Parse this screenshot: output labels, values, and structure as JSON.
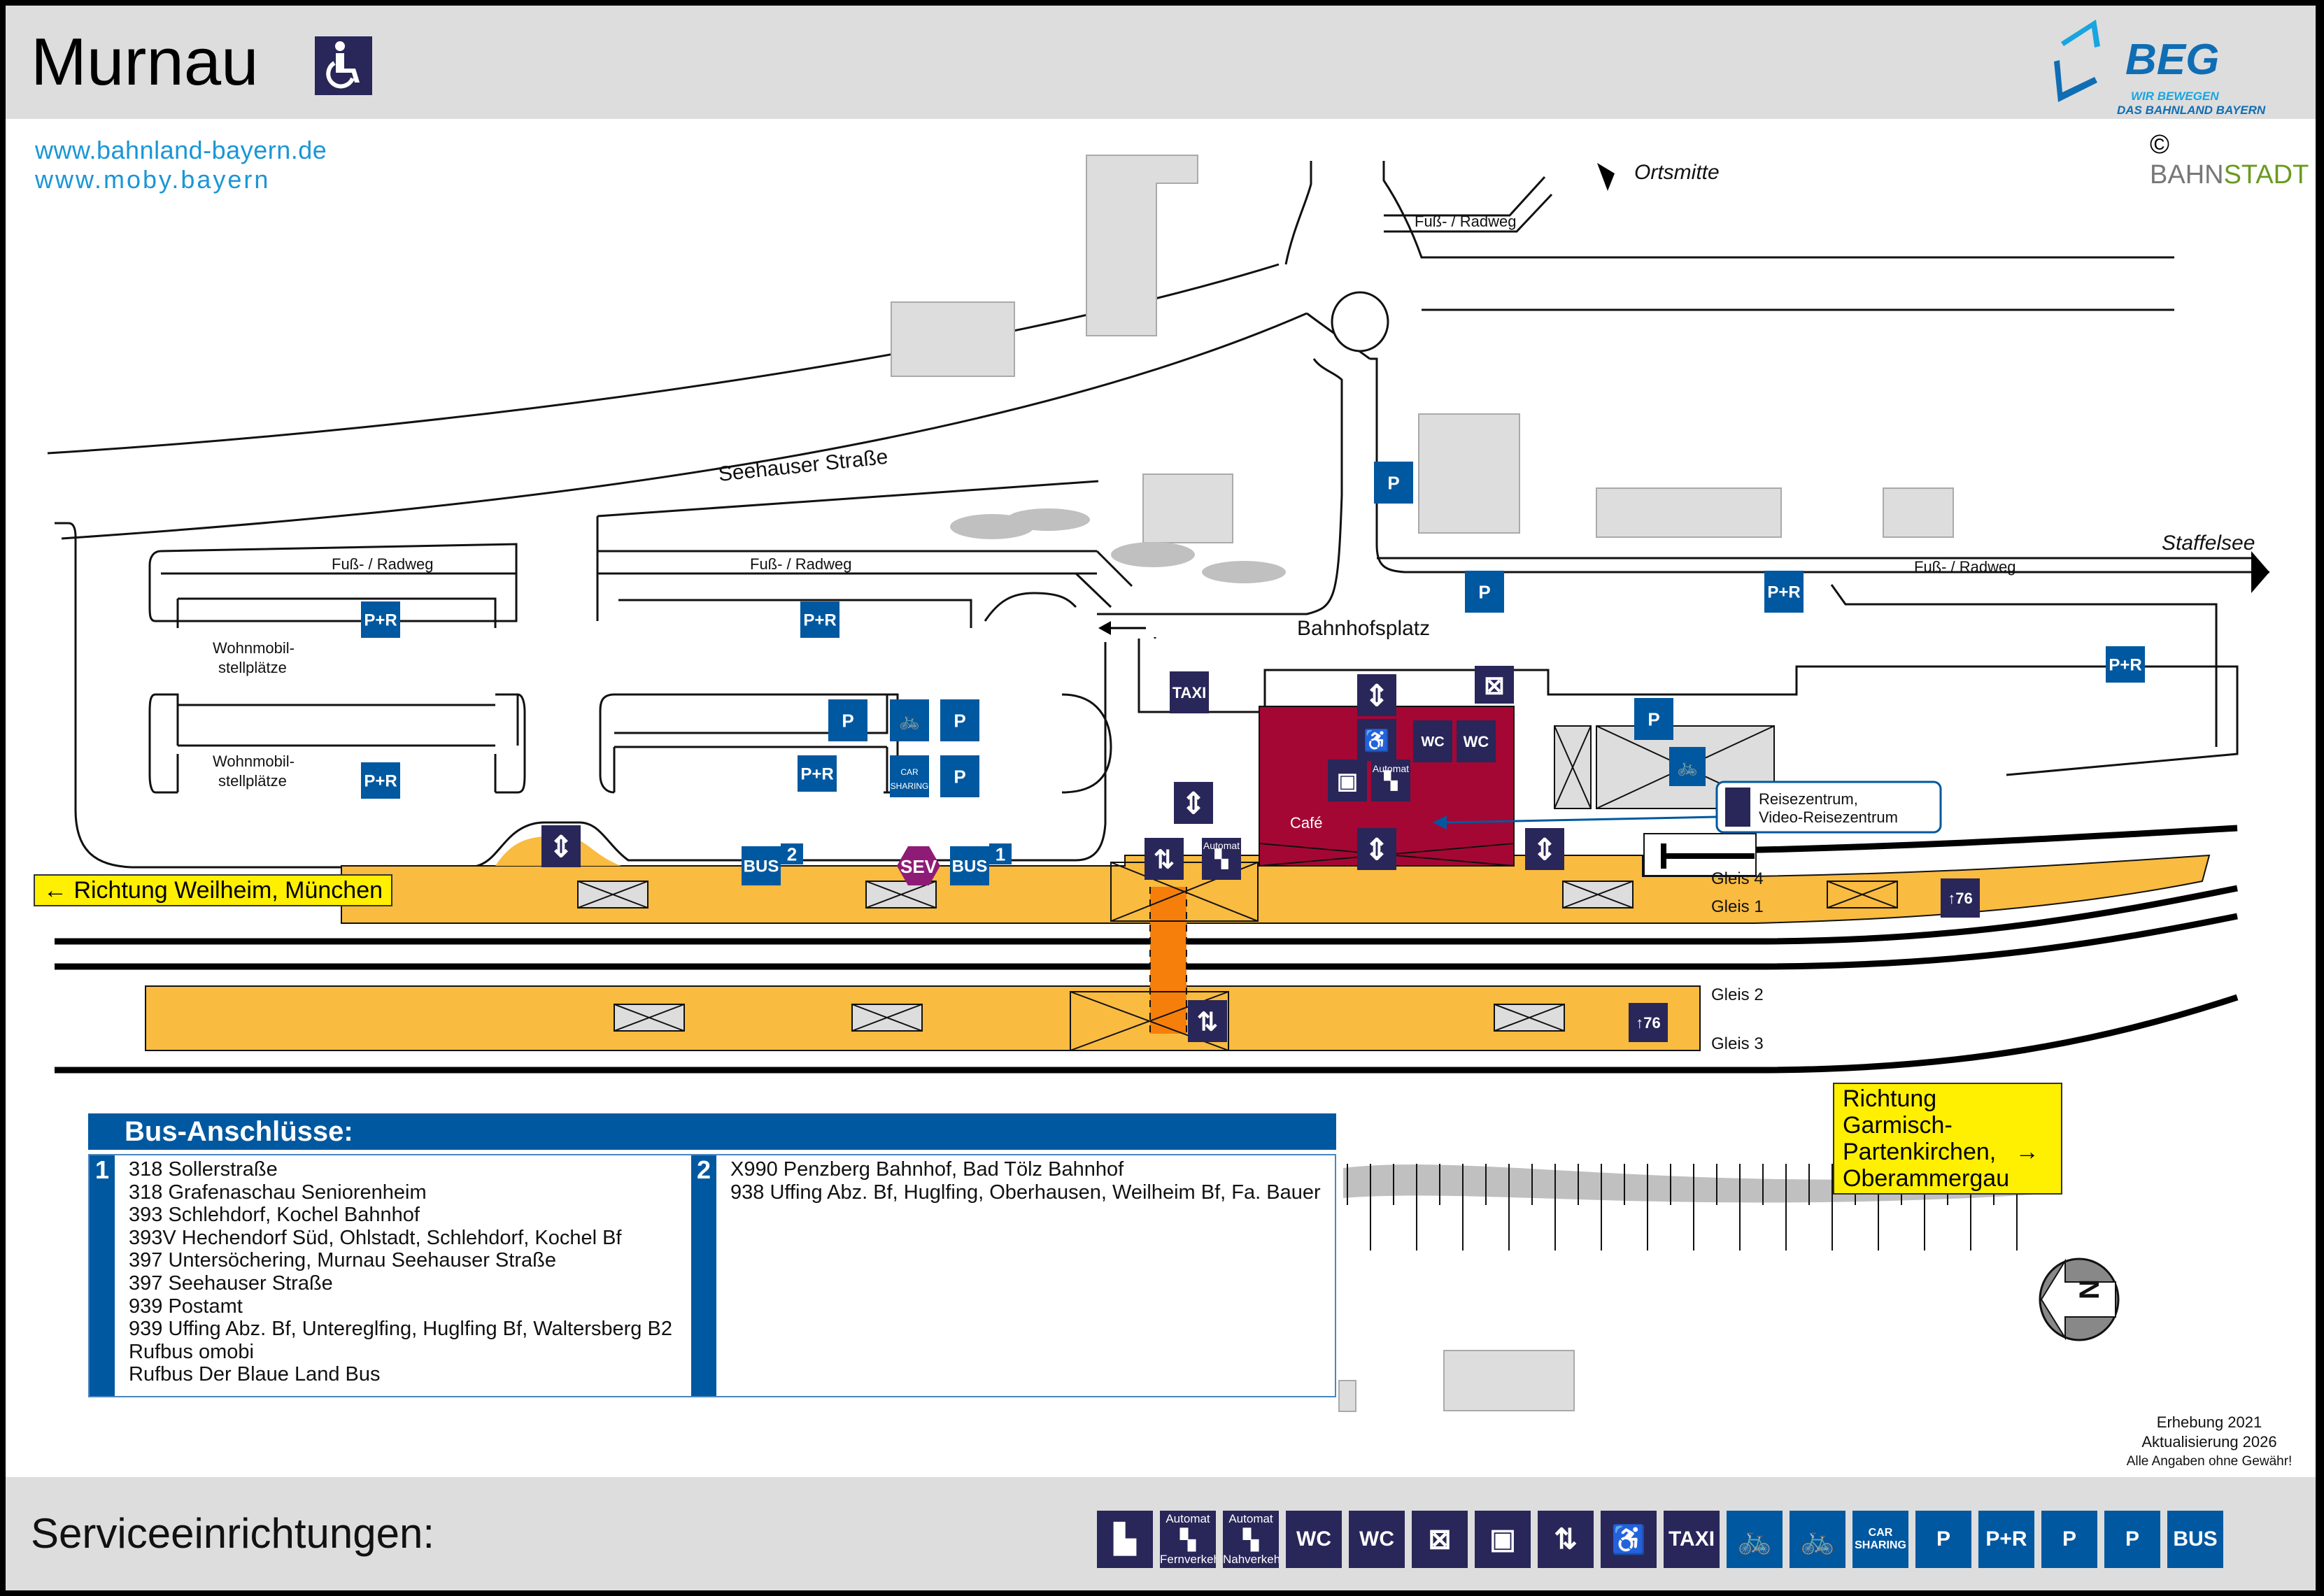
{
  "header": {
    "title": "Murnau",
    "accessible_icon": "wheelchair-icon",
    "links": [
      "www.bahnland-bayern.de",
      "www.moby.bayern"
    ],
    "logo": {
      "name": "BEG",
      "tagline_1": "WIR BEWEGEN",
      "tagline_2": "DAS BAHNLAND BAYERN"
    },
    "copyright": {
      "symbol": "©",
      "part1": "BAHN",
      "part2": "STADT"
    }
  },
  "colors": {
    "header_bg": "#dddddd",
    "icon_dark": "#292659",
    "icon_blue": "#0058a0",
    "platform": "#f9bb40",
    "station_building": "#a50734",
    "underpass": "#f57f0a",
    "building_gray": "#dddddd",
    "direction_sign": "#ffef00",
    "sev": "#8e1c76",
    "link_blue": "#1a96d6"
  },
  "map": {
    "streets": {
      "seehauser": "Seehauser Straße",
      "bahnhofsplatz": "Bahnhofsplatz",
      "fussradweg": "Fuß- / Radweg"
    },
    "destinations": {
      "ortsmitte": "Ortsmitte",
      "staffelsee": "Staffelsee"
    },
    "wohnmobil": [
      "Wohnmobil-",
      "stellplätze"
    ],
    "cafe": "Café",
    "automat": "Automat",
    "reisezentrum": {
      "line1": "Reisezentrum,",
      "line2": "Video-Reisezentrum"
    },
    "tracks": {
      "gleis1": "Gleis 1",
      "gleis2": "Gleis 2",
      "gleis3": "Gleis 3",
      "gleis4": "Gleis 4"
    },
    "platform_height": "76",
    "bus_stops": [
      {
        "label": "BUS",
        "number": "2"
      },
      {
        "label": "BUS",
        "number": "1"
      }
    ],
    "sev": "SEV",
    "icons": {
      "taxi": "TAXI",
      "pr": "P+R",
      "p": "P",
      "wc": "WC",
      "car": "CAR",
      "sharing": "SHARING"
    }
  },
  "directions": {
    "west": {
      "arrow": "←",
      "text": "Richtung Weilheim, München"
    },
    "east": {
      "line1": "Richtung Garmisch-Partenkirchen,",
      "line2": "Oberammergau",
      "arrow": "→"
    }
  },
  "bus_connections": {
    "title": "Bus-Anschlüsse:",
    "stops": [
      {
        "number": "1",
        "lines": [
          "318 Sollerstraße",
          "318 Grafenaschau Seniorenheim",
          "393 Schlehdorf, Kochel Bahnhof",
          "393V Hechendorf Süd, Ohlstadt, Schlehdorf, Kochel Bf",
          "397 Untersöchering, Murnau Seehauser Straße",
          "397 Seehauser Straße",
          "939 Postamt",
          "939 Uffing Abz. Bf, Untereglfing, Huglfing Bf, Waltersberg B2",
          "Rufbus omobi",
          "Rufbus Der Blaue Land Bus"
        ]
      },
      {
        "number": "2",
        "lines": [
          "X990 Penzberg Bahnhof, Bad Tölz Bahnhof",
          "938 Uffing Abz. Bf, Huglfing, Oberhausen, Weilheim Bf, Fa. Bauer"
        ]
      }
    ]
  },
  "survey": {
    "line1": "Erhebung 2021",
    "line2": "Aktualisierung 2026",
    "line3": "Alle Angaben ohne Gewähr!",
    "compass": "N"
  },
  "footer": {
    "title": "Serviceeinrichtungen:",
    "legend": [
      {
        "icon": "ticket-office-icon",
        "style": "dark",
        "label": ""
      },
      {
        "icon": "ticket-machine-long-distance-icon",
        "style": "dark",
        "top": "Automat",
        "bottom": "Fernverkehr"
      },
      {
        "icon": "ticket-machine-local-icon",
        "style": "dark",
        "top": "Automat",
        "bottom": "Nahverkehr"
      },
      {
        "icon": "accessible-wc-icon",
        "style": "dark",
        "label": "WC"
      },
      {
        "icon": "wc-icon",
        "style": "dark",
        "label": "WC"
      },
      {
        "icon": "mailbox-icon",
        "style": "dark",
        "label": ""
      },
      {
        "icon": "luggage-locker-icon",
        "style": "dark",
        "label": ""
      },
      {
        "icon": "elevator-icon",
        "style": "dark",
        "label": ""
      },
      {
        "icon": "mobility-service-icon",
        "style": "dark",
        "label": ""
      },
      {
        "icon": "taxi-icon",
        "style": "dark",
        "label": "TAXI"
      },
      {
        "icon": "bike-parking-covered-icon",
        "style": "blue",
        "label": ""
      },
      {
        "icon": "bike-parking-icon",
        "style": "blue",
        "label": ""
      },
      {
        "icon": "car-sharing-icon",
        "style": "blue",
        "label": "CAR SHARING"
      },
      {
        "icon": "disabled-parking-icon",
        "style": "blue",
        "label": "P"
      },
      {
        "icon": "park-and-ride-icon",
        "style": "blue",
        "label": "P+R"
      },
      {
        "icon": "short-term-parking-icon",
        "style": "blue",
        "label": "P"
      },
      {
        "icon": "ev-charging-parking-icon",
        "style": "blue",
        "label": "P"
      },
      {
        "icon": "bus-icon",
        "style": "blue",
        "label": "BUS"
      }
    ]
  }
}
